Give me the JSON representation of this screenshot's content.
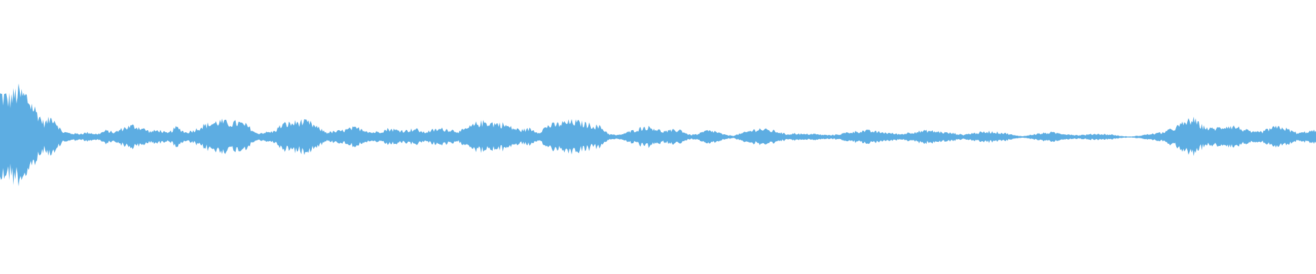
{
  "waveform": {
    "color": "#5dade2",
    "amplitude_envelope": [
      0.95,
      0.85,
      1.0,
      0.9,
      0.6,
      0.3,
      0.45,
      0.12,
      0.08,
      0.07,
      0.1,
      0.06,
      0.14,
      0.1,
      0.2,
      0.25,
      0.2,
      0.12,
      0.15,
      0.08,
      0.22,
      0.1,
      0.15,
      0.25,
      0.3,
      0.35,
      0.3,
      0.32,
      0.25,
      0.08,
      0.1,
      0.12,
      0.28,
      0.3,
      0.34,
      0.32,
      0.2,
      0.1,
      0.12,
      0.15,
      0.2,
      0.18,
      0.1,
      0.12,
      0.18,
      0.15,
      0.14,
      0.18,
      0.1,
      0.15,
      0.18,
      0.16,
      0.12,
      0.2,
      0.3,
      0.33,
      0.3,
      0.28,
      0.2,
      0.15,
      0.18,
      0.1,
      0.25,
      0.28,
      0.32,
      0.34,
      0.3,
      0.26,
      0.22,
      0.06,
      0.04,
      0.1,
      0.16,
      0.22,
      0.2,
      0.12,
      0.14,
      0.16,
      0.05,
      0.06,
      0.14,
      0.12,
      0.05,
      0.03,
      0.08,
      0.14,
      0.18,
      0.15,
      0.12,
      0.06,
      0.08,
      0.06,
      0.07,
      0.05,
      0.04,
      0.06,
      0.1,
      0.12,
      0.14,
      0.12,
      0.1,
      0.08,
      0.06,
      0.1,
      0.12,
      0.14,
      0.12,
      0.1,
      0.08,
      0.05,
      0.08,
      0.1,
      0.12,
      0.1,
      0.08,
      0.03,
      0.02,
      0.06,
      0.08,
      0.1,
      0.08,
      0.06,
      0.04,
      0.05,
      0.07,
      0.06,
      0.05,
      0.02,
      0.01,
      0.03,
      0.06,
      0.08,
      0.12,
      0.2,
      0.3,
      0.4,
      0.25,
      0.18,
      0.2,
      0.25,
      0.22,
      0.15,
      0.1,
      0.12,
      0.2,
      0.22,
      0.15,
      0.08,
      0.12,
      0.14
    ]
  }
}
